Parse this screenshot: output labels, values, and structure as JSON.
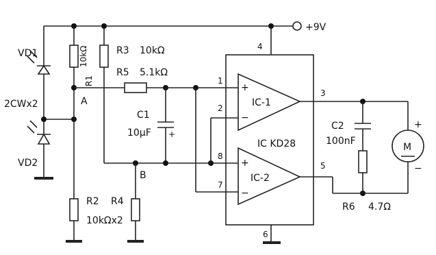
{
  "supply": "+9V",
  "pins": {
    "p1": "1",
    "p2": "2",
    "p3": "3",
    "p4": "4",
    "p5": "5",
    "p6": "6",
    "p7": "7",
    "p8": "8"
  },
  "ic_chip": "IC  KD28",
  "ic1": "IC-1",
  "ic2": "IC-2",
  "plus": "+",
  "minus": "−",
  "diodes": {
    "vd1": "VD1",
    "vd2": "VD2",
    "type": "2CWx2"
  },
  "resistors": {
    "r1": "R1",
    "r1_value": "10kΩ",
    "r2": "R2",
    "r2_value": "10kΩx2",
    "r3": "R3",
    "r3_value": "10kΩ",
    "r4": "R4",
    "r5": "R5",
    "r5_value": "5.1kΩ",
    "r6": "R6",
    "r6_value": "4.7Ω"
  },
  "capacitors": {
    "c1": "C1",
    "c1_value": "10μF",
    "c2": "C2",
    "c2_value": "100nF"
  },
  "nodes": {
    "a": "A",
    "b": "B"
  },
  "motor": {
    "label": "M",
    "plus": "+",
    "minus": "−"
  }
}
